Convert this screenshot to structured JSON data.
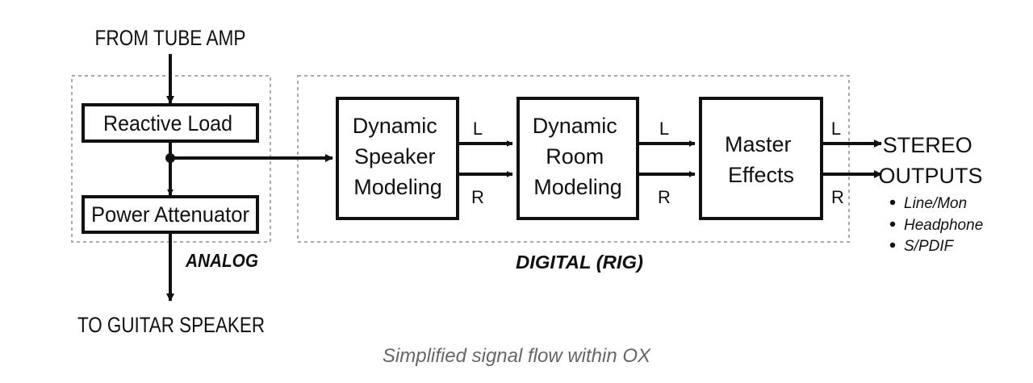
{
  "input_label": "FROM TUBE AMP",
  "output_label": "TO GUITAR SPEAKER",
  "analog": {
    "section_label": "ANALOG",
    "reactive_load": "Reactive Load",
    "power_attenuator": "Power Attenuator"
  },
  "digital": {
    "section_label": "DIGITAL (RIG)",
    "speaker_modeling": [
      "Dynamic",
      "Speaker",
      "Modeling"
    ],
    "room_modeling": [
      "Dynamic",
      "Room",
      "Modeling"
    ],
    "master_effects": [
      "Master",
      "Effects"
    ]
  },
  "channels": {
    "left": "L",
    "right": "R"
  },
  "stereo_outputs": {
    "label": [
      "STEREO",
      "OUTPUTS"
    ],
    "items": [
      "Line/Mon",
      "Headphone",
      "S/PDIF"
    ]
  },
  "caption": "Simplified signal flow within OX"
}
